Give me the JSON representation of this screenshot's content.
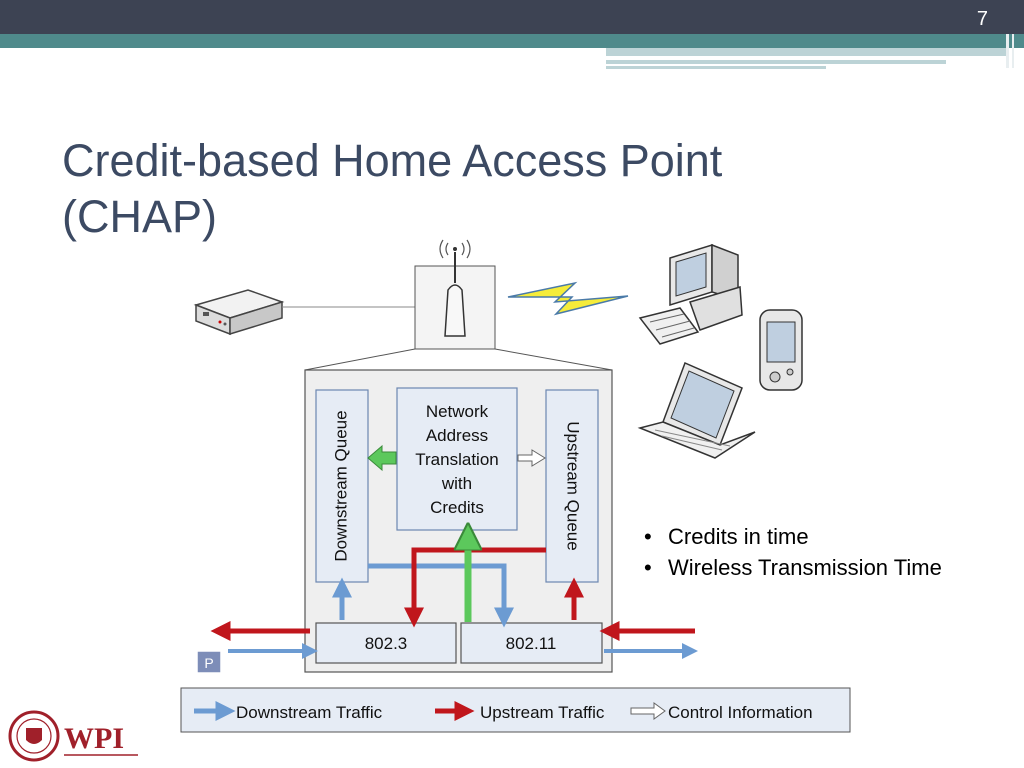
{
  "slide": {
    "number": "7",
    "title_line1": "Credit-based Home Access Point",
    "title_line2": "(CHAP)"
  },
  "bullets": [
    "Credits in time",
    "Wireless Transmission Time"
  ],
  "diagram": {
    "nat_box": [
      "Network",
      "Address",
      "Translation",
      "with",
      "Credits"
    ],
    "downstream_queue": "Downstream Queue",
    "upstream_queue": "Upstream Queue",
    "port_8023": "802.3",
    "port_80211": "802.11",
    "p_label": "P",
    "legend": {
      "downstream": "Downstream Traffic",
      "upstream": "Upstream Traffic",
      "control": "Control Information"
    }
  },
  "logo": {
    "text": "WPI"
  },
  "colors": {
    "header_dark": "#3d4353",
    "header_teal": "#4f8a8b",
    "title": "#3c4a63",
    "downstream": "#6c9bd2",
    "upstream": "#c0161c",
    "credit_green": "#5cc85c",
    "logo_red": "#a0202a"
  }
}
